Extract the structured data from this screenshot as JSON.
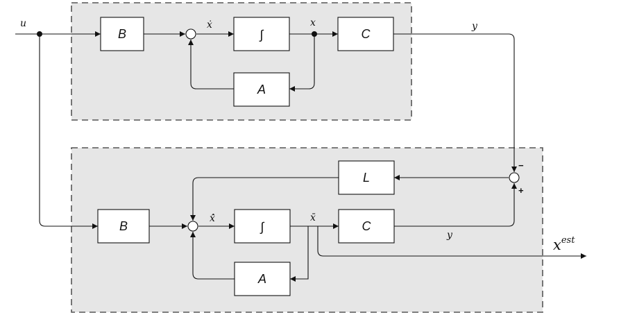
{
  "blocks": {
    "plant_b": "B",
    "plant_integrator": "∫",
    "plant_c": "C",
    "plant_a": "A",
    "observer_l": "L",
    "observer_b": "B",
    "observer_integrator": "∫",
    "observer_c": "C",
    "observer_a": "A"
  },
  "signals": {
    "input_u": "u",
    "plant_x_dot": "ẋ",
    "plant_x": "x",
    "plant_y": "y",
    "observer_x_hat_dot": "x̂̇",
    "observer_x_hat": "x̄",
    "observer_y": "y",
    "estimate_base": "x",
    "estimate_sup": "est"
  },
  "signs": {
    "minus": "−",
    "plus": "+"
  }
}
